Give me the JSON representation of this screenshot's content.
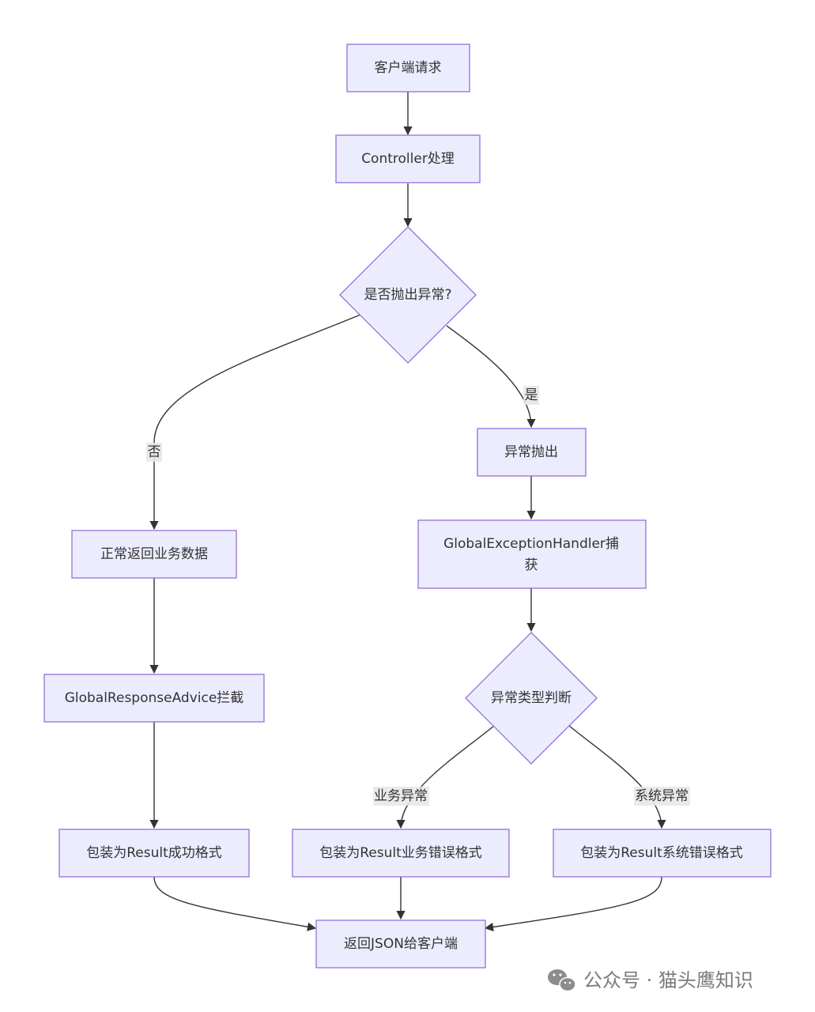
{
  "nodes": {
    "client_request": "客户端请求",
    "controller": "Controller处理",
    "exception_decision": "是否抛出异常?",
    "exception_thrown": "异常抛出",
    "handler_line1": "GlobalExceptionHandler捕",
    "handler_line2": "获",
    "exception_type_decision": "异常类型判断",
    "normal_return": "正常返回业务数据",
    "response_advice": "GlobalResponseAdvice拦截",
    "wrap_success": "包装为Result成功格式",
    "wrap_business_error": "包装为Result业务错误格式",
    "wrap_system_error": "包装为Result系统错误格式",
    "return_json": "返回JSON给客户端"
  },
  "edge_labels": {
    "yes": "是",
    "no": "否",
    "business_exception": "业务异常",
    "system_exception": "系统异常"
  },
  "watermark": {
    "text": "公众号 · 猫头鹰知识",
    "icon": "wechat-icon"
  },
  "colors": {
    "node_fill": "#ECECFF",
    "node_stroke": "#9370DB",
    "edge": "#333333",
    "label_bg": "#e8e8e8"
  }
}
